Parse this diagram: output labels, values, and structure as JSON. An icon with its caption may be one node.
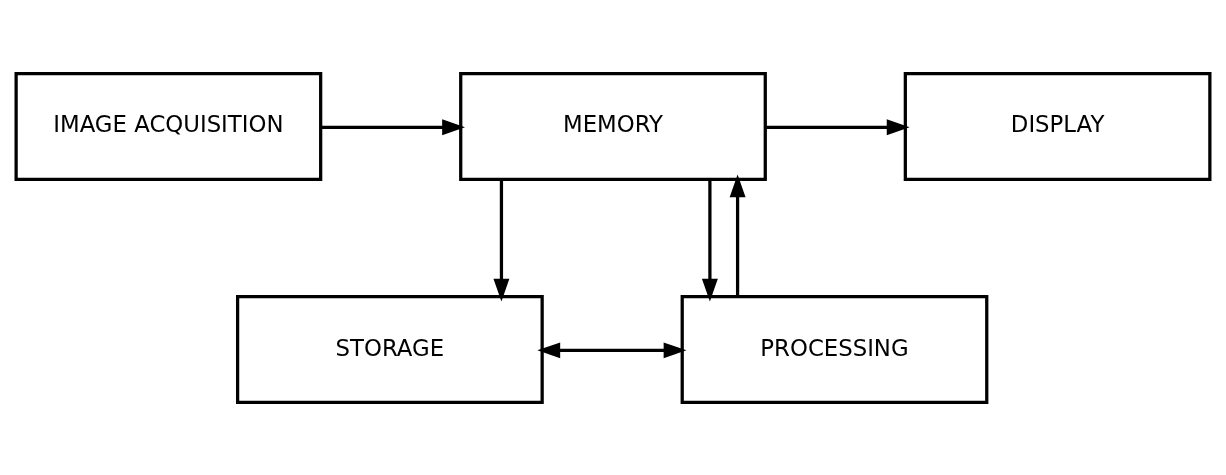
{
  "diagram": {
    "nodes": [
      {
        "text": [
          "IMAGE ACQUISITION"
        ]
      },
      {
        "text": [
          "MEMORY"
        ]
      },
      {
        "text": [
          "DISPLAY"
        ]
      },
      {
        "text": [
          "STORAGE"
        ]
      },
      {
        "text": [
          "PROCESSING"
        ]
      }
    ],
    "edges": [
      {
        "from": 0,
        "to": 1,
        "arrow": "to"
      },
      {
        "from": 1,
        "to": 2,
        "arrow": "to"
      },
      {
        "from": 1,
        "to": 3,
        "arrow": "to"
      },
      {
        "from": 1,
        "to": 4,
        "arrow": "to"
      },
      {
        "from": 4,
        "to": 1,
        "arrow": "to"
      },
      {
        "from": 3,
        "to": 4,
        "arrow": "both"
      }
    ]
  }
}
